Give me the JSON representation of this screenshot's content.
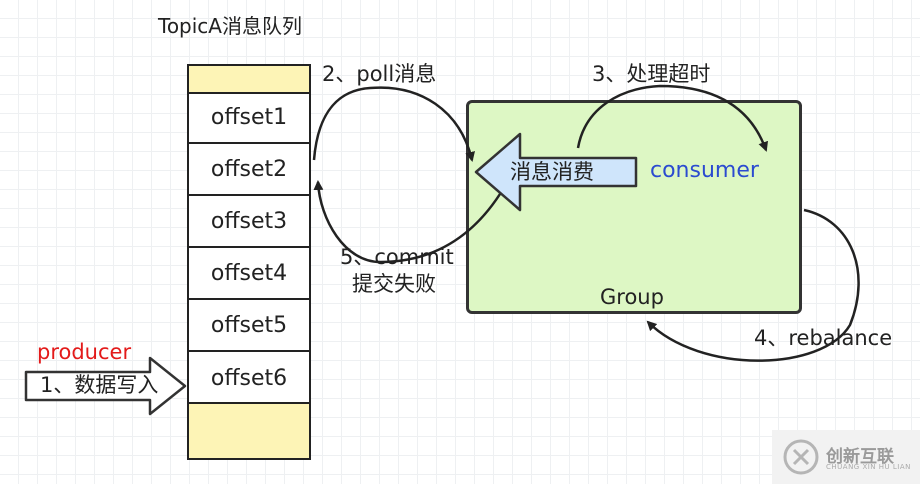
{
  "queue": {
    "title": "TopicA消息队列",
    "offsets": [
      "offset1",
      "offset2",
      "offset3",
      "offset4",
      "offset5",
      "offset6"
    ]
  },
  "producer": {
    "label": "producer",
    "step_label": "1、数据写入",
    "color": "#e31a1a"
  },
  "group": {
    "label": "Group",
    "consumer_label": "consumer",
    "consume_label": "消息消费",
    "fill_color": "#ddf7c4",
    "consumer_color": "#2b4bd0"
  },
  "steps": {
    "poll": "2、poll消息",
    "timeout": "3、处理超时",
    "rebalance": "4、rebalance",
    "commit_line1": "5、commit",
    "commit_line2": "提交失败"
  },
  "watermark": {
    "name": "创新互联",
    "sub": "CHUANG XIN HU LIAN"
  }
}
